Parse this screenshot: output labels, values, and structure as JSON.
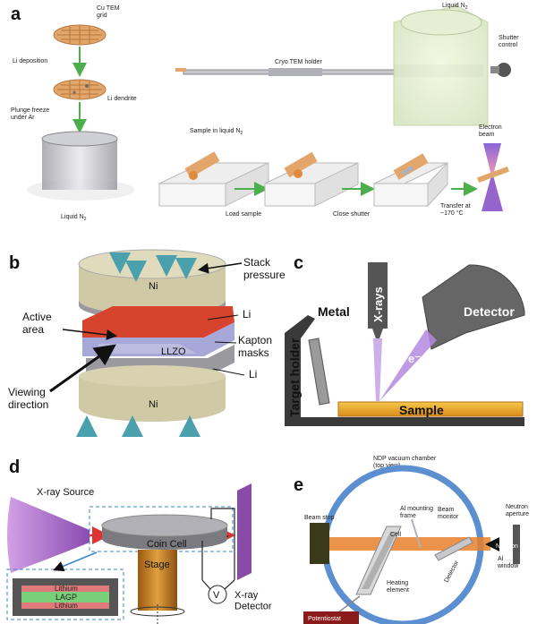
{
  "panel_a": {
    "label": "a",
    "cu_grid": "Cu TEM\ngrid",
    "li_deposition": "Li deposition",
    "li_dendrite": "Li dendrite",
    "plunge": "Plunge freeze\nunder Ar",
    "liquid_n2_bottom": "Liquid N",
    "liquid_n2_top": "Liquid N",
    "n2_sub": "2",
    "cryo_holder": "Cryo TEM holder",
    "shutter": "Shutter\ncontrol",
    "sample_in": "Sample in\nliquid N",
    "load_sample": "Load sample",
    "close_shutter": "Close shutter",
    "transfer": "Transfer at\n~170 °C",
    "electron_beam": "Electron\nbeam"
  },
  "panel_b": {
    "label": "b",
    "stack_pressure": "Stack\npressure",
    "ni_top": "Ni",
    "ni_bottom": "Ni",
    "li_top": "Li",
    "li_bottom": "Li",
    "active_area": "Active\narea",
    "kapton": "Kapton\nmasks",
    "llzo": "LLZO",
    "viewing": "Viewing\ndirection"
  },
  "panel_c": {
    "label": "c",
    "metal": "Metal",
    "xrays": "X-rays",
    "detector": "Detector",
    "electron": "e⁻",
    "target_holder": "Target holder",
    "sample": "Sample"
  },
  "panel_d": {
    "label": "d",
    "xray_source": "X-ray Source",
    "coin_cell": "Coin Cell",
    "stage": "Stage",
    "lithium_top": "Lithium",
    "lagp": "LAGP",
    "lithium_bottom": "Lithium",
    "voltmeter": "V",
    "xray_detector": "X-ray\nDetector"
  },
  "panel_e": {
    "label": "e",
    "chamber_title": "NDP vacuum chamber\n(top view)",
    "beam_stop": "Beam stop",
    "al_mounting": "Al mounting\nframe",
    "beam_monitor": "Beam\nmonitor",
    "cell": "Cell",
    "heating": "Heating\nelement",
    "detector": "Detector",
    "neutron_aperture": "Neutron\naperture",
    "neutron": "Neutron",
    "al_window": "Al\nwindow",
    "potentiostat": "Potentiostat"
  },
  "colors": {
    "copper": "#e3a66a",
    "arrow_green": "#4cae4c",
    "ni_khaki": "#d8d2b0",
    "llzo_lavender": "#a7a7d8",
    "kapton_red": "#d7442e",
    "teal_arrow": "#4aa0ad",
    "purple": "#a070c8",
    "chamber_blue": "#5b8fd0",
    "beam_orange": "#e8802c"
  }
}
